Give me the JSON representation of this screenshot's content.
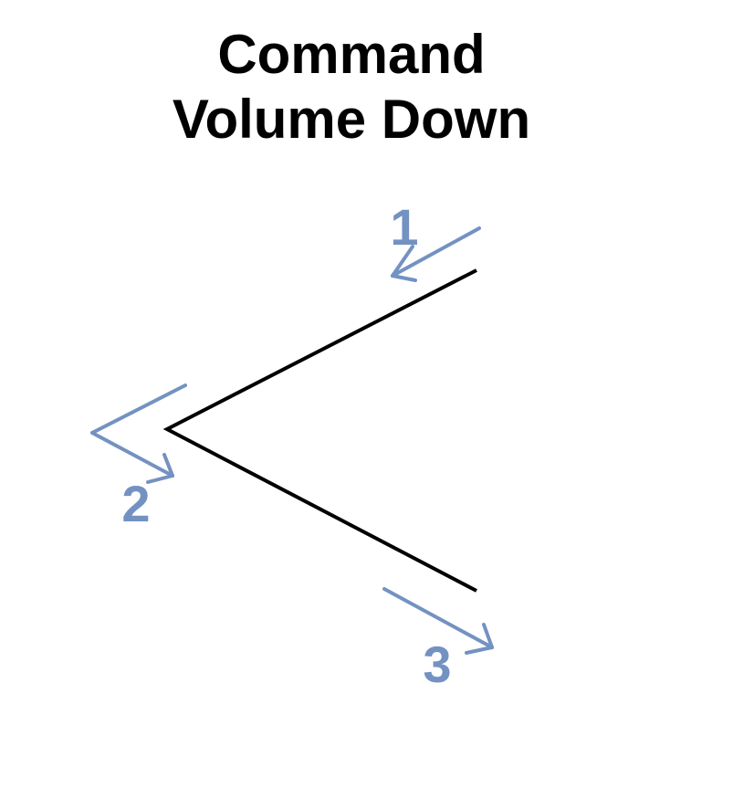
{
  "title": {
    "line1": "Command",
    "line2": "Volume Down"
  },
  "steps": [
    {
      "label": "1"
    },
    {
      "label": "2"
    },
    {
      "label": "3"
    }
  ],
  "colors": {
    "stroke": "#000000",
    "arrow": "#7392c1",
    "background": "#ffffff"
  },
  "icons": {
    "gesture": "chevron-left-gesture",
    "arrow": "arrow-icon"
  }
}
